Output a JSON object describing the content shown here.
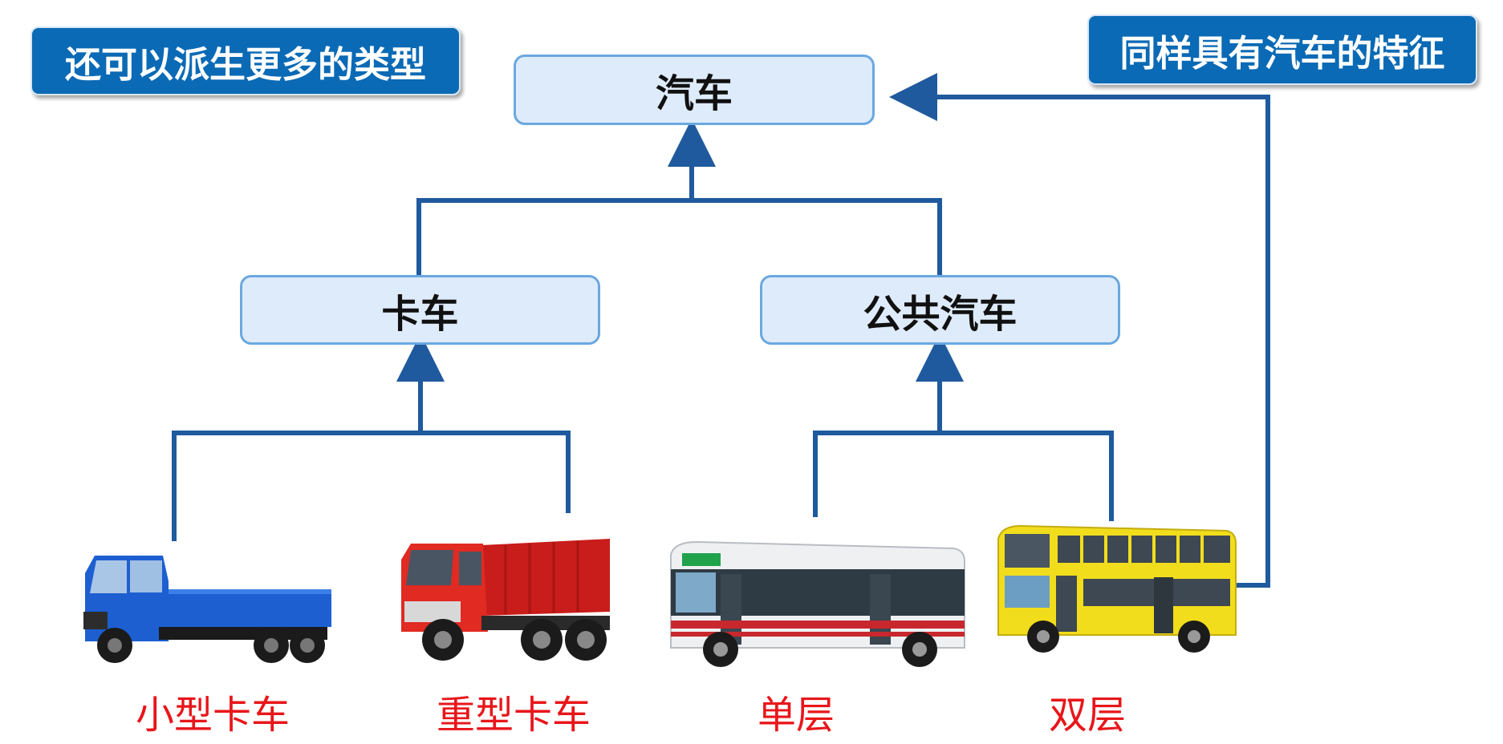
{
  "callouts": {
    "left": "还可以派生更多的类型",
    "right": "同样具有汽车的特征"
  },
  "nodes": {
    "root": "汽车",
    "truck": "卡车",
    "bus": "公共汽车"
  },
  "leaves": {
    "small_truck": "小型卡车",
    "heavy_truck": "重型卡车",
    "single_deck": "单层",
    "double_deck": "双层"
  },
  "colors": {
    "connector": "#1f5a9e",
    "callout_bg": "#0b6ab5",
    "node_bg": "#deebfa",
    "node_border": "#6aa8e0",
    "caption": "#e8161a",
    "small_truck_body": "#1d5fd1",
    "heavy_truck_body": "#d9231d",
    "single_deck_body": "#eef0f2",
    "double_deck_body": "#f2dd1c"
  },
  "icons": {
    "small_truck": "blue-light-truck-image",
    "heavy_truck": "red-dump-truck-image",
    "single_deck": "single-deck-bus-image",
    "double_deck": "double-deck-bus-image"
  }
}
